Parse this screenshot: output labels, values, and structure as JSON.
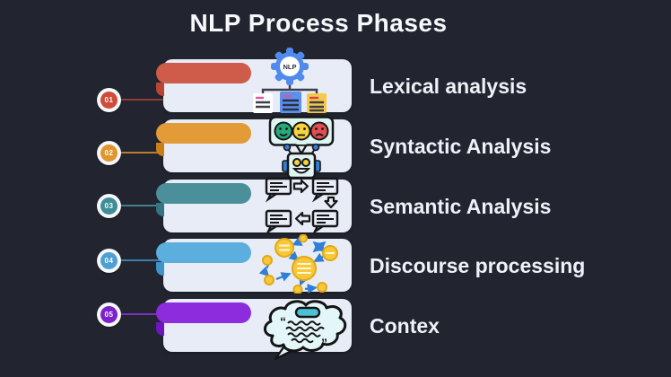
{
  "title": "NLP Process Phases",
  "colors": {
    "background": "#22252f",
    "card": "#e7ecf6",
    "title_text": "#f7f8fc",
    "label_text": "#eef1f8"
  },
  "phases": [
    {
      "number": "01",
      "label": "Lexical analysis",
      "icon": "nlp-gear-documents-icon",
      "pill_color": "#cf5c4b",
      "fold_color": "#b84433",
      "badge_color": "#cf4c3a",
      "line_color": "#8a4039"
    },
    {
      "number": "02",
      "label": "Syntactic Analysis",
      "icon": "robot-sentiment-icon",
      "pill_color": "#e29b36",
      "fold_color": "#c97f16",
      "badge_color": "#e0952e",
      "line_color": "#b97f2e"
    },
    {
      "number": "03",
      "label": "Semantic Analysis",
      "icon": "message-exchange-icon",
      "pill_color": "#4b8f9b",
      "fold_color": "#357482",
      "badge_color": "#3f8d96",
      "line_color": "#41808c"
    },
    {
      "number": "04",
      "label": "Discourse processing",
      "icon": "network-graph-icon",
      "pill_color": "#5caede",
      "fold_color": "#3e93cb",
      "badge_color": "#4d9fd6",
      "line_color": "#3d7fae"
    },
    {
      "number": "05",
      "label": "Contex",
      "icon": "thought-cloud-icon",
      "pill_color": "#8c2cdc",
      "fold_color": "#6f14c4",
      "badge_color": "#7c22cc",
      "line_color": "#7a2fc0"
    }
  ]
}
